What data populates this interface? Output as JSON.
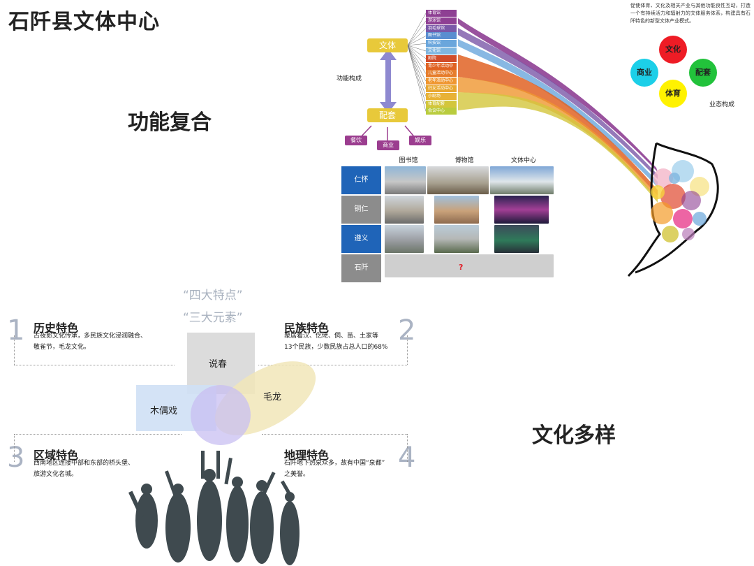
{
  "page_title": "石阡县文体中心",
  "section_function": "功能复合",
  "section_culture": "文化多样",
  "function_diagram": {
    "label": "功能构成",
    "top_box": "文体",
    "bottom_box": "配套",
    "support_items": [
      "餐饮",
      "商业",
      "娱乐"
    ],
    "tags": [
      {
        "text": "体育馆",
        "color": "#8e3f93"
      },
      {
        "text": "游泳馆",
        "color": "#8e3f93"
      },
      {
        "text": "羽毛球馆",
        "color": "#7a58a8"
      },
      {
        "text": "图书馆",
        "color": "#5a8ed0"
      },
      {
        "text": "科技馆",
        "color": "#6aa6dc"
      },
      {
        "text": "文化馆",
        "color": "#7fb6e0"
      },
      {
        "text": "剧院",
        "color": "#d14d2a"
      },
      {
        "text": "青少年活动中心",
        "color": "#e06324"
      },
      {
        "text": "儿童活动中心",
        "color": "#e67d2c"
      },
      {
        "text": "老年活动中心",
        "color": "#ef9630"
      },
      {
        "text": "妇女活动中心",
        "color": "#e8a730"
      },
      {
        "text": "小剧场",
        "color": "#e8b236"
      },
      {
        "text": "体育配套",
        "color": "#d3c63c"
      },
      {
        "text": "会议中心",
        "color": "#b9cc3e"
      }
    ]
  },
  "business_note": "促使体育、文化及相关产业与其他功能良性互动，打造一个有持续活力和辐射力的文体服务体系，构建具有石阡特色的新型文体产业模式。",
  "business_circles": [
    {
      "text": "文化",
      "color": "#ee1c25"
    },
    {
      "text": "商业",
      "color": "#1ccfe8"
    },
    {
      "text": "配套",
      "color": "#22c23b"
    },
    {
      "text": "体育",
      "color": "#fff200"
    }
  ],
  "business_label": "业态构成",
  "comparison": {
    "headers": [
      "图书馆",
      "博物馆",
      "文体中心"
    ],
    "rows": [
      {
        "city": "仁怀",
        "color": "#1f64b8"
      },
      {
        "city": "铜仁",
        "color": "#8c8c8c"
      },
      {
        "city": "遵义",
        "color": "#1f64b8"
      },
      {
        "city": "石阡",
        "color": "#8c8c8c"
      }
    ],
    "unknown_mark": "?"
  },
  "features": {
    "quote1": "“四大特点”",
    "quote2": "“三大元素”",
    "items": [
      {
        "num": "1",
        "title": "历史特色",
        "line1": "古夜郎文化传承，多民族文化浸润融合、",
        "line2": "敬雀节，毛龙文化。"
      },
      {
        "num": "2",
        "title": "民族特色",
        "line1": "聚居着汉、仡佬、侗、苗、土家等",
        "line2": "13个民族，少数民族占总人口的68%"
      },
      {
        "num": "3",
        "title": "区域特色",
        "line1": "西南地区连接中部和东部的桥头堡、",
        "line2": "旅游文化名城。"
      },
      {
        "num": "4",
        "title": "地理特色",
        "line1": "石阡地下热泉众多，故有中国“泉都”",
        "line2": "之美誉。"
      }
    ],
    "elements": [
      "说春",
      "木偶戏",
      "毛龙"
    ]
  }
}
